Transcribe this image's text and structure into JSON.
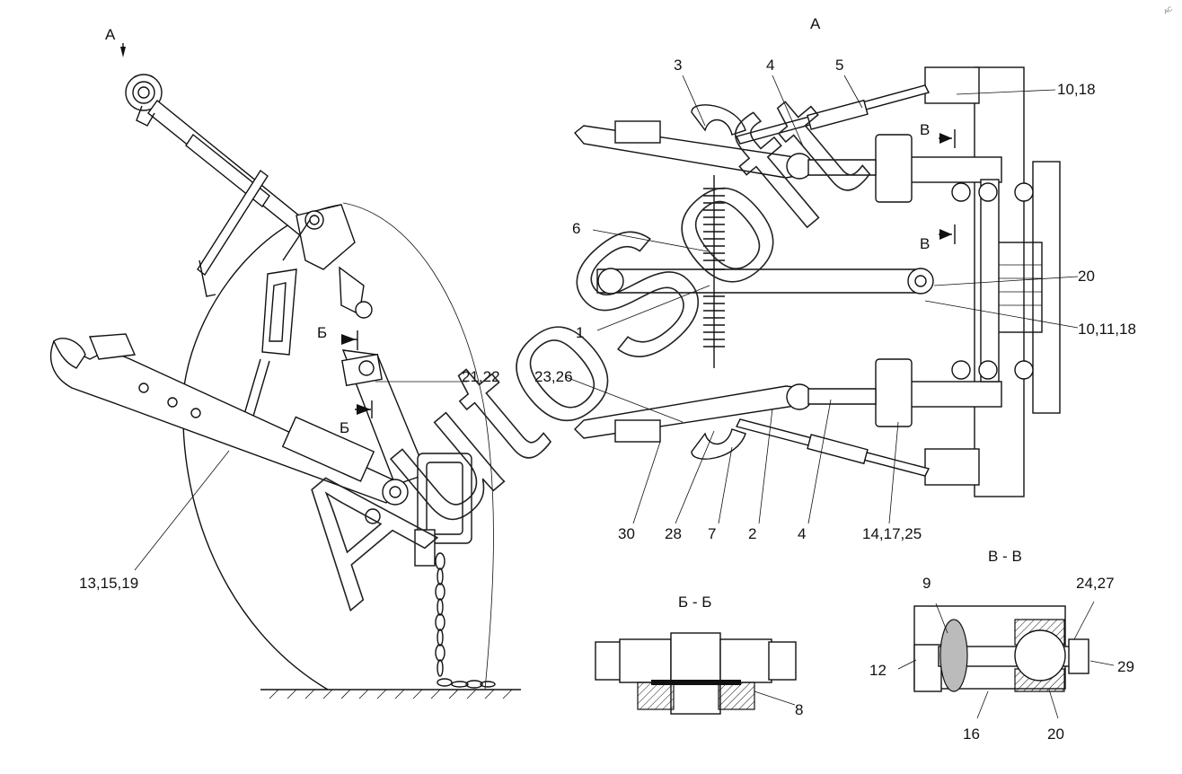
{
  "views": {
    "view_a_title": "А",
    "view_a_arrow": "А",
    "section_bb_title": "Б - Б",
    "section_vv_title": "В - В",
    "section_b_mark_top": "Б",
    "section_b_mark_bottom": "Б",
    "section_v_mark_top": "В",
    "section_v_mark_bottom": "В"
  },
  "callouts": {
    "c1": "1",
    "c2": "2",
    "c3": "3",
    "c4a": "4",
    "c4b": "4",
    "c5": "5",
    "c6": "6",
    "c7": "7",
    "c8": "8",
    "c9": "9",
    "c10_18": "10,18",
    "c10_11_18": "10,11,18",
    "c12": "12",
    "c13_15_19": "13,15,19",
    "c14_17_25": "14,17,25",
    "c16": "16",
    "c20a": "20",
    "c20b": "20",
    "c21_22": "21,22",
    "c23_26": "23,26",
    "c24_27": "24,27",
    "c28": "28",
    "c29": "29",
    "c30": "30"
  },
  "watermark": {
    "text": "AutoSoft",
    "corner_mark": "АС"
  }
}
